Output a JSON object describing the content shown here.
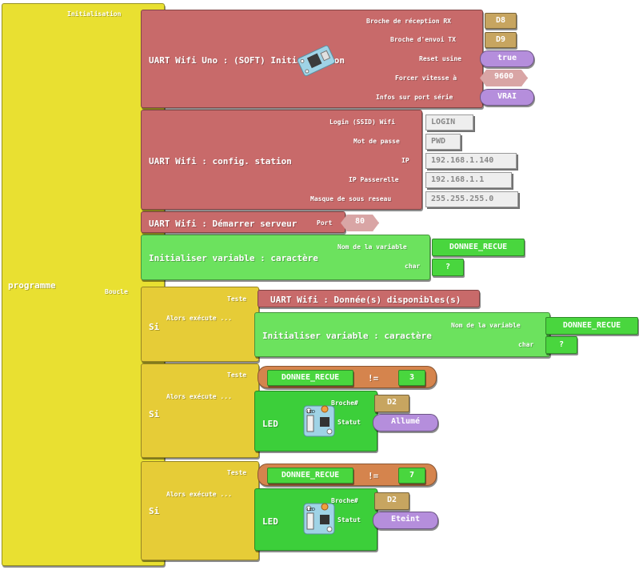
{
  "programme": {
    "title": "programme",
    "initialisation_label": "Initialisation",
    "boucle_label": "Boucle"
  },
  "uart_init": {
    "title": "UART Wifi Uno : (SOFT) Initialisation",
    "rx_label": "Broche de réception RX",
    "rx_value": "D8",
    "tx_label": "Broche d'envoi TX",
    "tx_value": "D9",
    "reset_label": "Reset usine",
    "reset_value": "true",
    "speed_label": "Forcer vitesse à",
    "speed_value": "9600",
    "info_label": "Infos sur port série",
    "info_value": "VRAI"
  },
  "uart_station": {
    "title": "UART Wifi : config. station",
    "ssid_label": "Login (SSID) Wifi",
    "ssid_value": "LOGIN",
    "pwd_label": "Mot de passe",
    "pwd_value": "PWD",
    "ip_label": "IP",
    "ip_value": "192.168.1.140",
    "gw_label": "IP Passerelle",
    "gw_value": "192.168.1.1",
    "mask_label": "Masque de sous reseau",
    "mask_value": "255.255.255.0"
  },
  "uart_server": {
    "title": "UART Wifi : Démarrer serveur",
    "port_label": "Port",
    "port_value": "80"
  },
  "init_var_1": {
    "title": "Initialiser variable : caractère",
    "name_label": "Nom de la variable",
    "name_value": "DONNEE_RECUE",
    "char_label": "char",
    "char_value": "?"
  },
  "if_1": {
    "si_label": "Si",
    "teste_label": "Teste",
    "alors_label": "Alors exécute ...",
    "condition": "UART Wifi : Donnée(s) disponibles(s)",
    "body": {
      "title": "Initialiser variable : caractère",
      "name_label": "Nom de la variable",
      "name_value": "DONNEE_RECUE",
      "char_label": "char",
      "char_value": "?"
    }
  },
  "if_2": {
    "si_label": "Si",
    "teste_label": "Teste",
    "alors_label": "Alors exécute ...",
    "cond_var": "DONNEE_RECUE",
    "cond_op": "!=",
    "cond_value": "3",
    "led": {
      "title": "LED",
      "broche_label": "Broche#",
      "broche_value": "D2",
      "statut_label": "Statut",
      "statut_value": "Allumé"
    }
  },
  "if_3": {
    "si_label": "Si",
    "teste_label": "Teste",
    "alors_label": "Alors exécute ...",
    "cond_var": "DONNEE_RECUE",
    "cond_op": "!=",
    "cond_value": "7",
    "led": {
      "title": "LED",
      "broche_label": "Broche#",
      "broche_value": "D2",
      "statut_label": "Statut",
      "statut_value": "Eteint"
    }
  },
  "colors": {
    "programme": "#e9e031",
    "uart": "#c86a6a",
    "init_var": "#6ce25e",
    "var": "#49d63e",
    "if": "#e6cc37",
    "led": "#3ccf3a",
    "compare": "#d5844d",
    "number": "#6ad160",
    "pin": "#c7a560",
    "bool": "#b58edc"
  },
  "icons": [
    "wifi-module-icon",
    "led-module-icon"
  ]
}
